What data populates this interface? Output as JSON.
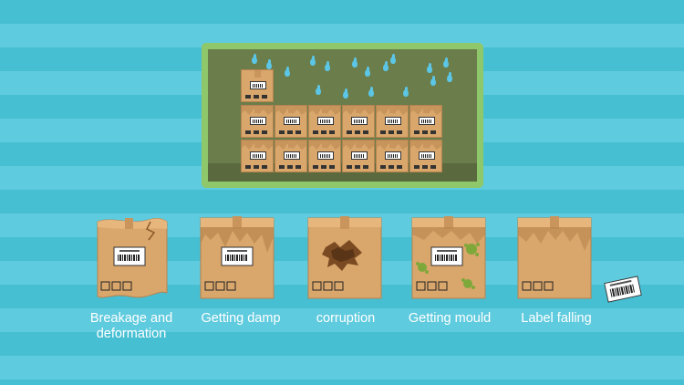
{
  "colors": {
    "background_stripe_dark": "#47bfd3",
    "background_stripe_light": "#5fcbde",
    "frame_border": "#8ec86b",
    "scene_background": "#6b7d4b",
    "box_cardboard": "#d9a66b",
    "box_stain": "#b8864e",
    "mould": "#7fa83b",
    "raindrop": "#5cc6e6"
  },
  "scene": {
    "icon": "warehouse-stacked-boxes-in-rain"
  },
  "problems": [
    {
      "icon": "deformed-box-icon",
      "caption_line1": "Breakage and",
      "caption_line2": "deformation"
    },
    {
      "icon": "damp-box-icon",
      "caption_line1": "Getting damp",
      "caption_line2": ""
    },
    {
      "icon": "torn-box-icon",
      "caption_line1": "corruption",
      "caption_line2": ""
    },
    {
      "icon": "mouldy-box-icon",
      "caption_line1": "Getting mould",
      "caption_line2": ""
    },
    {
      "icon": "label-missing-box-icon",
      "caption_line1": "Label falling",
      "caption_line2": ""
    }
  ],
  "fallen_label": {
    "icon": "fallen-barcode-label-icon"
  }
}
